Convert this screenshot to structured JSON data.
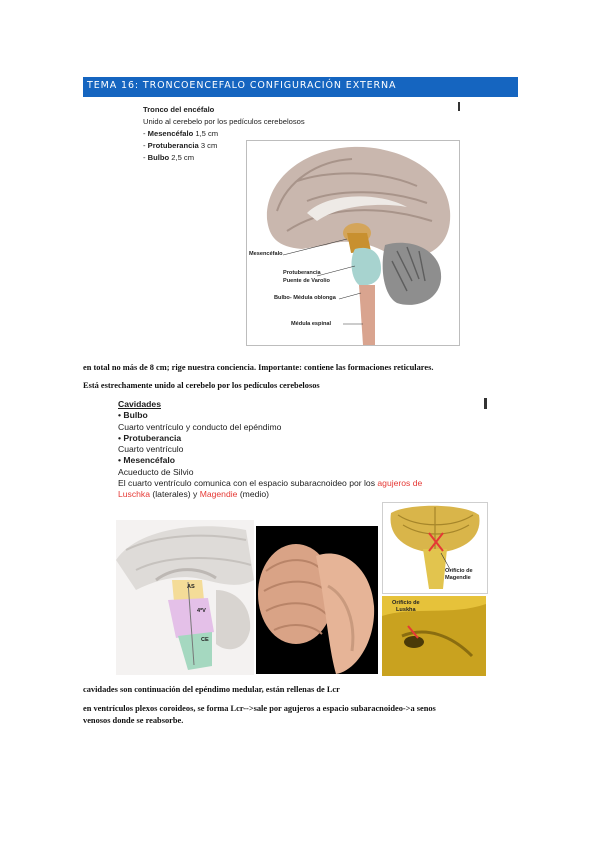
{
  "header": {
    "title": "TEMA 16: TRONCOENCEFALO CONFIGURACIÓN EXTERNA"
  },
  "slide1": {
    "title": "Tronco del encéfalo",
    "subtitle": "Unido al cerebelo por los pedículos cerebelosos",
    "items": [
      {
        "prefix": "- ",
        "name": "Mesencéfalo",
        "value": " 1,5 cm"
      },
      {
        "prefix": "- ",
        "name": "Protuberancia",
        "value": " 3 cm"
      },
      {
        "prefix": "- ",
        "name": "Bulbo",
        "value": " 2,5 cm"
      }
    ],
    "figure_labels": {
      "mesencefalo": "Mesencéfalo",
      "protuberancia": "Protuberancia",
      "puente": "Puente de Varolio",
      "bulbo": "Bulbo- Médula oblonga",
      "medula": "Médula espinal"
    }
  },
  "paragraph1": "en total no más de 8 cm; rige nuestra conciencia. Importante: contiene las formaciones reticulares.",
  "paragraph2": "Está estrechamente unido al cerebelo por los pedículos cerebelosos",
  "slide2": {
    "title": "Cavidades",
    "sections": [
      {
        "bullet": "• Bulbo",
        "text": "Cuarto ventrículo y conducto del epéndimo"
      },
      {
        "bullet": "• Protuberancia",
        "text": "Cuarto ventrículo"
      },
      {
        "bullet": "• Mesencéfalo",
        "text": "Acueducto de Silvio"
      }
    ],
    "line1": "El cuarto ventrículo comunica con el espacio subaracnoideo por los ",
    "red1a": "agujeros de",
    "red1b": "Luschka",
    "mid": " (laterales) y ",
    "red2": "Magendie",
    "end": " (medio)",
    "fig_labels": {
      "as": "AS",
      "fourth_v": "4ºV",
      "ce": "CE",
      "orificio_magendie_1": "Orificio de",
      "orificio_magendie_2": "Magendie",
      "orificio_luschka_1": "Orificio de",
      "orificio_luschka_2": "Luskha"
    }
  },
  "paragraph3": "cavidades son continuación del epéndimo medular, están rellenas de Lcr",
  "paragraph4a": "en ventrículos plexos coroideos, se forma Lcr-->sale por agujeros a espacio subaracnoideo->a senos",
  "paragraph4b": "venosos donde se reabsorbe.",
  "colors": {
    "banner": "#1565c0",
    "highlight_red": "#e53935"
  }
}
